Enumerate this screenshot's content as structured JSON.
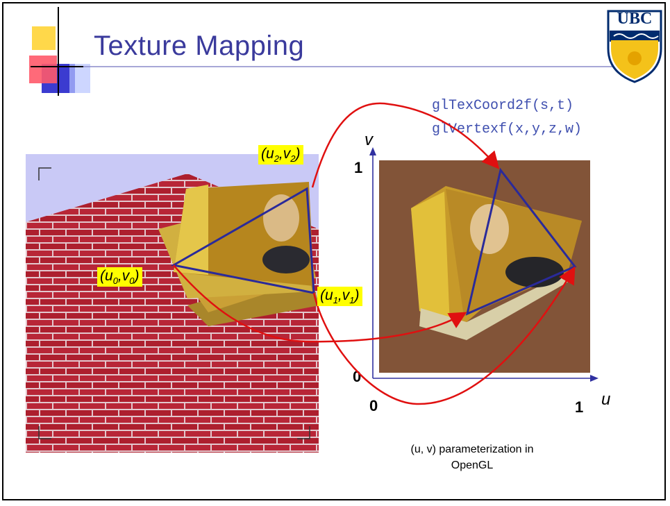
{
  "slide": {
    "title": "Texture Mapping",
    "code_line1": "glTexCoord2f(s,t)",
    "code_line2": "glVertexf(x,y,z,w)",
    "caption_line1": "(u, v) parameterization in",
    "caption_line2": "OpenGL",
    "logo_text": "UBC"
  },
  "labels": {
    "v0": {
      "base": "(u",
      "sub1": "0",
      "mid": ",v",
      "sub2": "0",
      "end": ")"
    },
    "v1": {
      "base": "(u",
      "sub1": "1",
      "mid": ",v",
      "sub2": "1",
      "end": ")"
    },
    "v2": {
      "base": "(u",
      "sub1": "2",
      "mid": ",v",
      "sub2": "2",
      "end": ")"
    }
  },
  "axes": {
    "v_label": "v",
    "u_label": "u",
    "v_one": "1",
    "v_zero": "0",
    "u_zero": "0",
    "u_one": "1"
  },
  "colors": {
    "title": "#3a3a9c",
    "triangle": "#2a2a9a",
    "arrows": "#e01010",
    "label_bg": "#ffff00",
    "axis": "#3030a0"
  }
}
